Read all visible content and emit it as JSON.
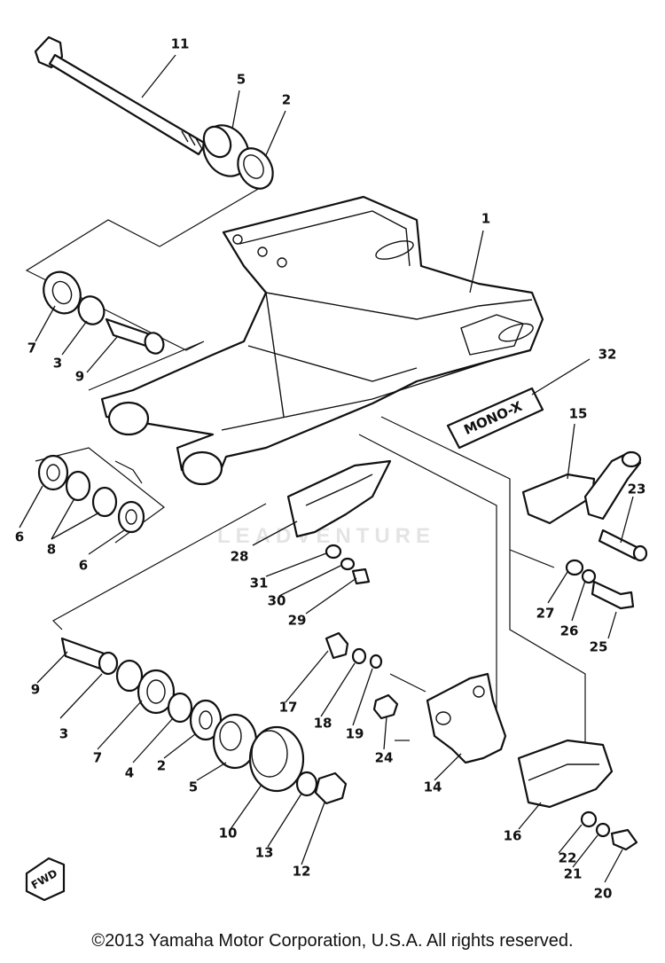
{
  "copyright": "©2013 Yamaha Motor Corporation, U.S.A. All rights reserved.",
  "watermark": "LEADVENTURE",
  "frame_badge": "MONO-X",
  "fwd_mark": "FWD",
  "callouts": [
    "11",
    "5",
    "2",
    "1",
    "7",
    "3",
    "9",
    "32",
    "15",
    "6",
    "8",
    "6",
    "23",
    "28",
    "31",
    "30",
    "29",
    "27",
    "26",
    "25",
    "9",
    "3",
    "7",
    "4",
    "2",
    "5",
    "10",
    "13",
    "12",
    "17",
    "18",
    "19",
    "24",
    "14",
    "16",
    "22",
    "21",
    "20"
  ]
}
